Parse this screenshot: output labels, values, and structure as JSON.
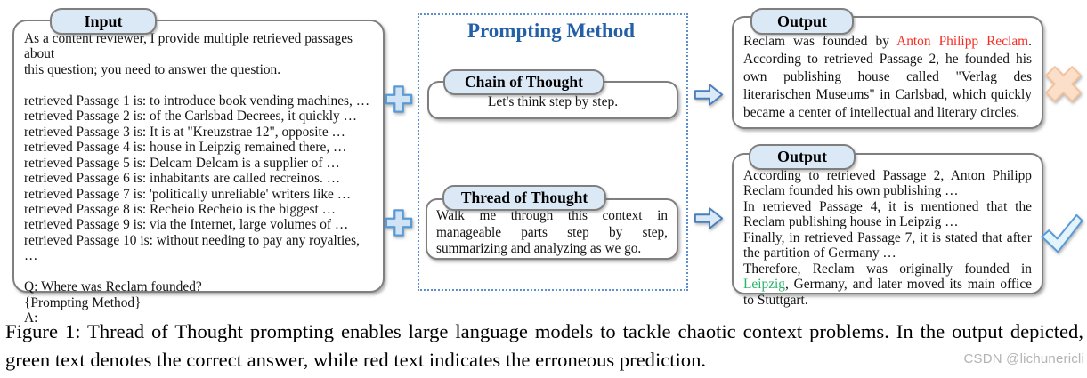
{
  "colors": {
    "black": "#141414",
    "red": "#f72c23",
    "green": "#27b36a",
    "accent_blue": "#2460a7",
    "pill_fill": "#dbe9f6",
    "icon_fill": "#cfe3f5",
    "icon_stroke": "#5b9bd5",
    "cross_fill": "#fbdfc8",
    "cross_stroke": "#f4c29c",
    "box_border": "#7f7f7f",
    "watermark_gray": "#b3b3b3"
  },
  "input_panel": {
    "label": "Input",
    "lines": [
      "As a content reviewer, I provide multiple retrieved passages about",
      "this question; you need to answer the question.",
      "",
      "retrieved Passage 1 is: to introduce book vending machines, …",
      "retrieved Passage 2 is: of the Carlsbad Decrees, it quickly …",
      "retrieved Passage 3 is: It is at \"Kreuzstrae 12\", opposite …",
      "retrieved Passage 4 is: house in Leipzig remained there, …",
      "retrieved Passage 5 is: Delcam Delcam is a supplier of …",
      "retrieved Passage 6 is: inhabitants are called recreinos. …",
      "retrieved Passage 7 is: 'politically unreliable' writers like …",
      "retrieved Passage 8 is: Recheio Recheio is the biggest …",
      "retrieved Passage 9 is: via the Internet, large volumes of …",
      "retrieved Passage 10 is: without needing to pay any royalties, …",
      "",
      "Q: Where was Reclam founded?",
      "{Prompting Method}",
      "A:"
    ]
  },
  "prompting_panel": {
    "title": "Prompting Method",
    "methods": [
      {
        "label": "Chain of Thought",
        "text": "Let's think step by step."
      },
      {
        "label": "Thread of Thought",
        "text": "Walk me through this context in manageable parts step by step, summarizing and analyzing as we go."
      }
    ]
  },
  "outputs": [
    {
      "label": "Output",
      "verdict": "incorrect",
      "paragraphs": [
        [
          {
            "t": "Reclam was founded by ",
            "c": "black"
          },
          {
            "t": "Anton Philipp Reclam",
            "c": "red"
          },
          {
            "t": ". According to retrieved Passage 2, he founded his own publishing house called \"Verlag des literarischen Museums\" in Carlsbad, which quickly became a center of intellectual and literary circles.",
            "c": "black"
          }
        ]
      ]
    },
    {
      "label": "Output",
      "verdict": "correct",
      "paragraphs": [
        [
          {
            "t": "According to retrieved Passage 2, Anton Philipp Reclam founded his own publishing …",
            "c": "black"
          }
        ],
        [
          {
            "t": "In retrieved Passage 4, it is mentioned that the Reclam publishing house in Leipzig …",
            "c": "black"
          }
        ],
        [
          {
            "t": "Finally, in retrieved Passage 7, it is stated that after the partition of Germany …",
            "c": "black"
          }
        ],
        [
          {
            "t": "Therefore, Reclam was originally founded in ",
            "c": "black"
          },
          {
            "t": "Leipzig",
            "c": "green"
          },
          {
            "t": ", Germany, and later moved its main office to Stuttgart.",
            "c": "black"
          }
        ]
      ]
    }
  ],
  "caption": "Figure 1: Thread of Thought prompting enables large language models to tackle chaotic context problems. In the output depicted, green text denotes the correct answer, while red text indicates the erroneous prediction.",
  "watermark": "CSDN @lichunericli"
}
